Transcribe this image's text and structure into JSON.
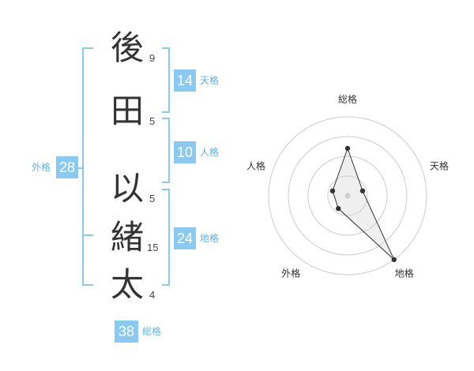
{
  "colors": {
    "accent": "#8ac9f2",
    "label": "#5cb3ea",
    "text": "#333333"
  },
  "name": {
    "characters": [
      {
        "char": "後",
        "strokes": "9"
      },
      {
        "char": "田",
        "strokes": "5"
      },
      {
        "char": "以",
        "strokes": "5"
      },
      {
        "char": "緒",
        "strokes": "15"
      },
      {
        "char": "太",
        "strokes": "4"
      }
    ]
  },
  "kakusu": {
    "tenkaku": {
      "value": "14",
      "label": "天格"
    },
    "jinkaku": {
      "value": "10",
      "label": "人格"
    },
    "chikaku": {
      "value": "24",
      "label": "地格"
    },
    "gaikaku": {
      "value": "28",
      "label": "外格"
    },
    "soukaku": {
      "value": "38",
      "label": "総格"
    }
  },
  "chart_data": {
    "type": "radar",
    "axes": [
      "総格",
      "天格",
      "地格",
      "外格",
      "人格"
    ],
    "values": [
      3,
      1,
      5,
      1,
      1
    ],
    "max": 5,
    "rings": 4,
    "grid": true
  }
}
